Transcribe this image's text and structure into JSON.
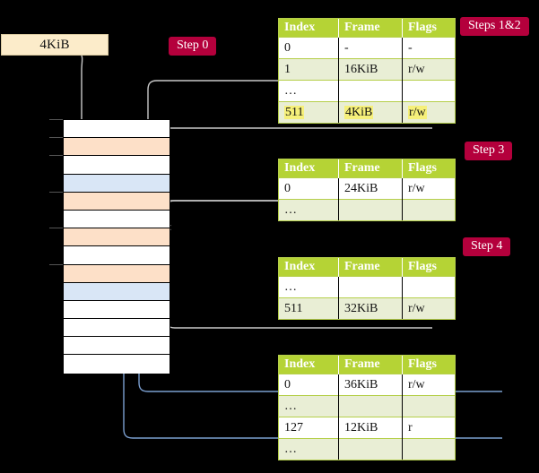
{
  "diagram": {
    "title_hidden": "page table walk",
    "request_box": {
      "label": "4KiB"
    },
    "steps": [
      {
        "id": "step0",
        "label": "Step 0"
      },
      {
        "id": "step12",
        "label": "Steps 1&2"
      },
      {
        "id": "step3",
        "label": "Step 3"
      },
      {
        "id": "step4",
        "label": "Step 4"
      }
    ],
    "colors": {
      "badge_bg": "#b4003c",
      "badge_text": "#ffffff",
      "header_bg": "#b5d335",
      "header_text": "#ffffff",
      "row_alt_bg": "#e9eed5",
      "highlight_bg": "#f6f07a",
      "request_box_bg": "#fcecca",
      "frame_orange": "#fde0c8",
      "frame_blue": "#d9e6f6",
      "wire_grey": "#c9c9c9",
      "wire_blue": "#7b9fd0",
      "background": "#000000"
    },
    "memory_column": {
      "name": "physical-memory-frames",
      "row_count": 14,
      "rows": [
        {
          "index": 0,
          "fill": "white"
        },
        {
          "index": 1,
          "fill": "orange"
        },
        {
          "index": 2,
          "fill": "white"
        },
        {
          "index": 3,
          "fill": "blue"
        },
        {
          "index": 4,
          "fill": "orange"
        },
        {
          "index": 5,
          "fill": "white"
        },
        {
          "index": 6,
          "fill": "orange"
        },
        {
          "index": 7,
          "fill": "white"
        },
        {
          "index": 8,
          "fill": "orange"
        },
        {
          "index": 9,
          "fill": "blue"
        },
        {
          "index": 10,
          "fill": "white"
        },
        {
          "index": 11,
          "fill": "white"
        },
        {
          "index": 12,
          "fill": "white"
        },
        {
          "index": 13,
          "fill": "white"
        }
      ],
      "tick_rows": [
        0,
        1,
        2,
        4,
        6,
        8
      ]
    },
    "tables": [
      {
        "id": "table-1",
        "headers": [
          "Index",
          "Frame",
          "Flags"
        ],
        "rows": [
          {
            "style": "plain",
            "cells": [
              "0",
              "-",
              "-"
            ],
            "highlight": []
          },
          {
            "style": "alt",
            "cells": [
              "1",
              "16KiB",
              "r/w"
            ],
            "highlight": []
          },
          {
            "style": "plain",
            "cells": [
              "…",
              "",
              ""
            ],
            "highlight": []
          },
          {
            "style": "alt",
            "cells": [
              "511",
              "4KiB",
              "r/w"
            ],
            "highlight": [
              0,
              1,
              2
            ]
          }
        ]
      },
      {
        "id": "table-2",
        "headers": [
          "Index",
          "Frame",
          "Flags"
        ],
        "rows": [
          {
            "style": "plain",
            "cells": [
              "0",
              "24KiB",
              "r/w"
            ],
            "highlight": []
          },
          {
            "style": "alt",
            "cells": [
              "…",
              "",
              ""
            ],
            "highlight": []
          }
        ]
      },
      {
        "id": "table-3",
        "headers": [
          "Index",
          "Frame",
          "Flags"
        ],
        "rows": [
          {
            "style": "plain",
            "cells": [
              "…",
              "",
              ""
            ],
            "highlight": []
          },
          {
            "style": "alt",
            "cells": [
              "511",
              "32KiB",
              "r/w"
            ],
            "highlight": []
          }
        ]
      },
      {
        "id": "table-4",
        "headers": [
          "Index",
          "Frame",
          "Flags"
        ],
        "rows": [
          {
            "style": "plain",
            "cells": [
              "0",
              "36KiB",
              "r/w"
            ],
            "highlight": []
          },
          {
            "style": "alt",
            "cells": [
              "…",
              "",
              ""
            ],
            "highlight": []
          },
          {
            "style": "plain",
            "cells": [
              "127",
              "12KiB",
              "r"
            ],
            "highlight": []
          },
          {
            "style": "alt",
            "cells": [
              "…",
              "",
              ""
            ],
            "highlight": []
          }
        ]
      }
    ]
  }
}
